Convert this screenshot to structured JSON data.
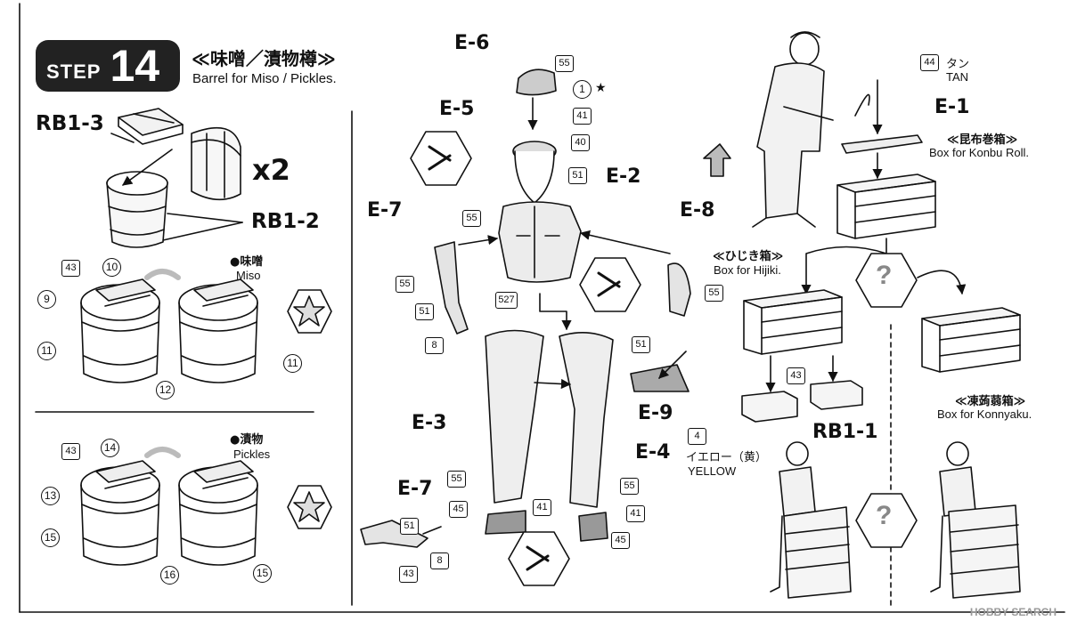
{
  "header": {
    "step_word": "STEP",
    "step_number": "14",
    "title_jp": "≪味噌／漬物樽≫",
    "title_en": "Barrel for Miso / Pickles."
  },
  "barrel": {
    "top_part": "RB1-3",
    "body_part": "RB1-2",
    "multiplier": "x2"
  },
  "miso": {
    "label_jp": "●味噌",
    "label_en": "Miso",
    "callouts": [
      "43",
      "10",
      "9",
      "11",
      "12",
      "11"
    ]
  },
  "pickles": {
    "label_jp": "●漬物",
    "label_en": "Pickles",
    "callouts": [
      "43",
      "14",
      "13",
      "15",
      "16",
      "15"
    ]
  },
  "figure": {
    "parts": {
      "e6": "E-6",
      "e5": "E-5",
      "e2": "E-2",
      "e7_top": "E-7",
      "e8": "E-8",
      "e3": "E-3",
      "e9": "E-9",
      "e4": "E-4",
      "e7_bottom": "E-7"
    },
    "callouts": {
      "hat_top": "55",
      "hat_circle": "1",
      "hat_bottom": "41",
      "face": "40",
      "neck": "51",
      "shirt": "55",
      "arm_left": "55",
      "arm_left_mid": "51",
      "hand_left": "8",
      "shirt_bottom": "527",
      "arm_right": "55",
      "hand_right": "51",
      "leg_left": "55",
      "leg_right": "55",
      "shoe_left_1": "45",
      "shoe_left_2": "41",
      "shoe_right_1": "41",
      "shoe_right_2": "45",
      "arm_bottom_1": "51",
      "arm_bottom_2": "8",
      "arm_bottom_3": "43",
      "glove": "4"
    },
    "glove_color_jp": "イエロー（黄）",
    "glove_color_en": "YELLOW"
  },
  "boxes": {
    "tan_num": "44",
    "tan_jp": "タン",
    "tan_en": "TAN",
    "e1": "E-1",
    "konbu_jp": "≪昆布巻箱≫",
    "konbu_en": "Box for Konbu Roll.",
    "hijiki_jp": "≪ひじき箱≫",
    "hijiki_en": "Box for Hijiki.",
    "konnyaku_jp": "≪凍蒟蒻箱≫",
    "konnyaku_en": "Box for  Konnyaku.",
    "rb_num": "43",
    "rb_part": "RB1-1",
    "question": "?"
  },
  "watermark": "HOBBY SEARCH"
}
